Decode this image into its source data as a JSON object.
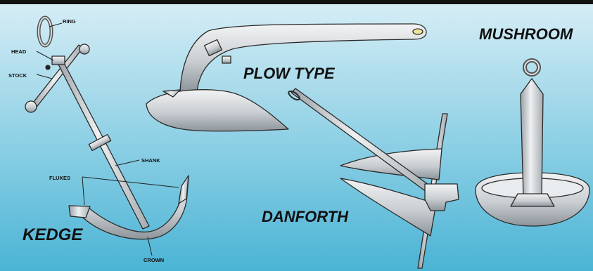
{
  "title_bar_color": "#111111",
  "background": {
    "top_color": "#d7eef6",
    "bottom_color": "#4bb4d5"
  },
  "metal_color": "#cfd3d6",
  "kedge": {
    "name": "KEDGE",
    "labels": {
      "ring": "RING",
      "head": "HEAD",
      "stock": "STOCK",
      "shank": "SHANK",
      "flukes": "FLUKES",
      "crown": "CROWN"
    }
  },
  "plow": {
    "name": "PLOW TYPE"
  },
  "danforth": {
    "name": "DANFORTH"
  },
  "mushroom": {
    "name": "MUSHROOM"
  }
}
